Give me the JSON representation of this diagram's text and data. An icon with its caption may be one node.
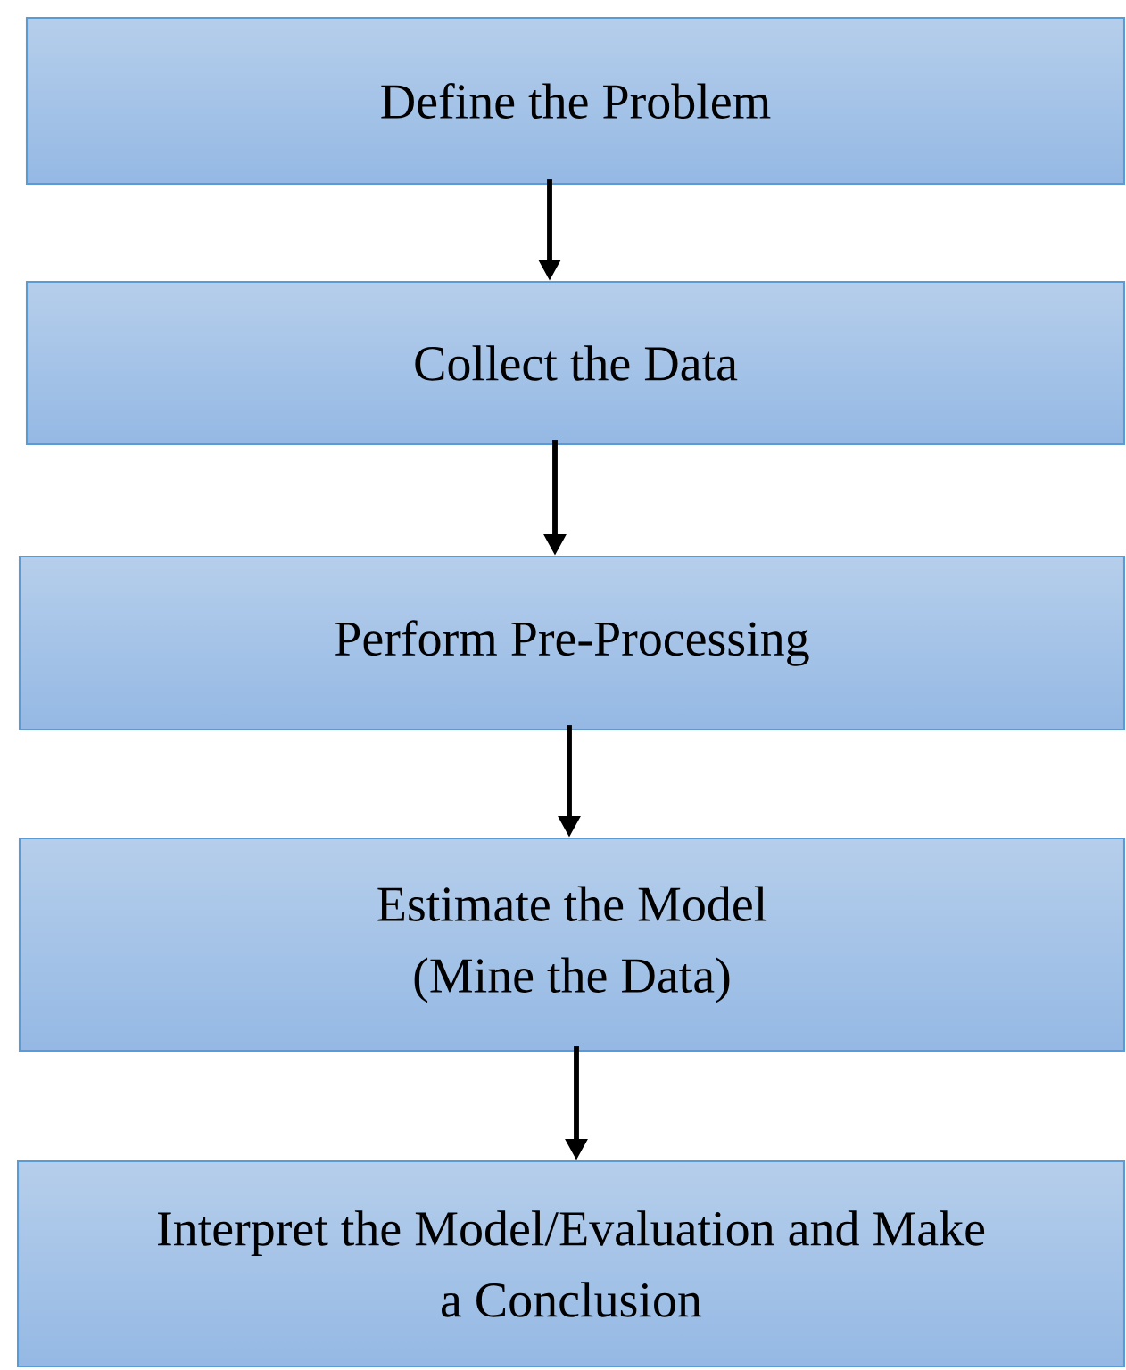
{
  "diagram": {
    "nodes": [
      {
        "text": [
          "Define the Problem"
        ]
      },
      {
        "text": [
          "Collect the Data"
        ]
      },
      {
        "text": [
          "Perform Pre-Processing"
        ]
      },
      {
        "text": [
          "Estimate the Model (Mine the Data)"
        ]
      },
      {
        "text": [
          "Interpret the Model/Evaluation and Make a Conclusion"
        ]
      }
    ],
    "edges": [
      {
        "from": 0,
        "to": 1,
        "arrow": "to"
      },
      {
        "from": 1,
        "to": 2,
        "arrow": "to"
      },
      {
        "from": 2,
        "to": 3,
        "arrow": "to"
      },
      {
        "from": 3,
        "to": 4,
        "arrow": "to"
      }
    ]
  }
}
